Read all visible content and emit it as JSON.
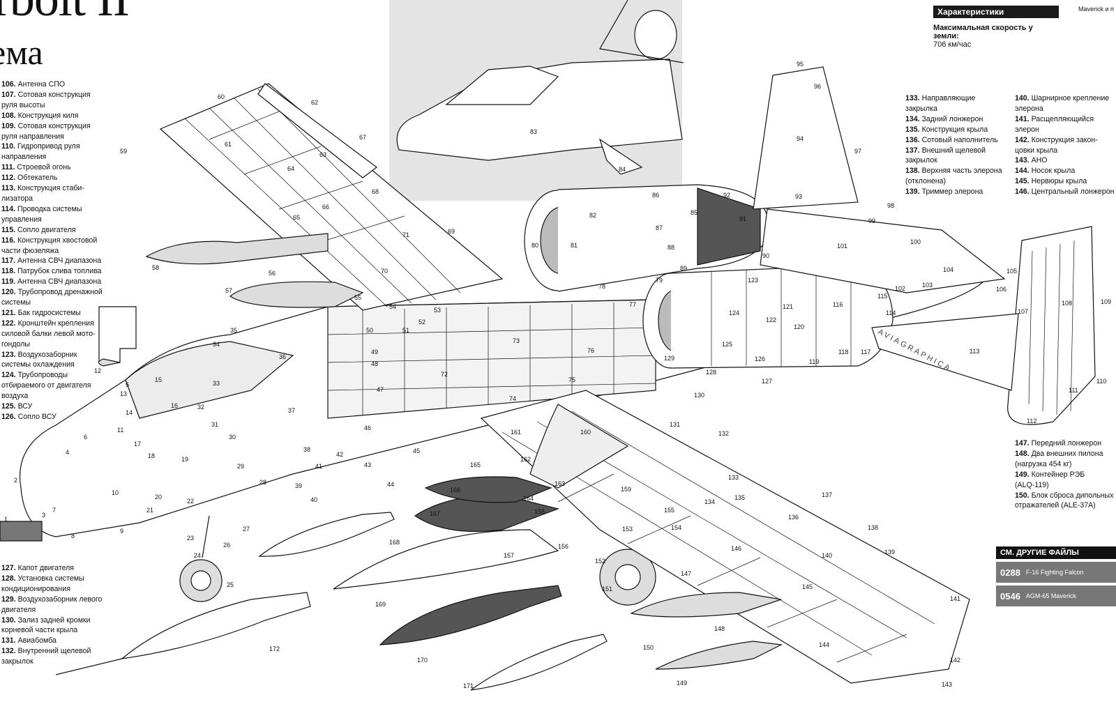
{
  "title": "erbolt II",
  "subtitle": "ема",
  "legend_left_top": [
    {
      "num": "106.",
      "text": "Антенна СПО"
    },
    {
      "num": "107.",
      "text": "Сотовая конструкция"
    },
    {
      "num": "",
      "text": "руля высоты"
    },
    {
      "num": "108.",
      "text": "Конструкция киля"
    },
    {
      "num": "109.",
      "text": "Сотовая конструкция"
    },
    {
      "num": "",
      "text": "руля направления"
    },
    {
      "num": "110.",
      "text": "Гидропривод руля"
    },
    {
      "num": "",
      "text": "направления"
    },
    {
      "num": "111.",
      "text": "Строевой огонь"
    },
    {
      "num": "112.",
      "text": "Обтекатель"
    },
    {
      "num": "113.",
      "text": "Конструкция стаби-"
    },
    {
      "num": "",
      "text": "лизатора"
    },
    {
      "num": "114.",
      "text": "Проводка системы"
    },
    {
      "num": "",
      "text": "управления"
    },
    {
      "num": "115.",
      "text": "Сопло двигателя"
    },
    {
      "num": "116.",
      "text": "Конструкция хвостовой"
    },
    {
      "num": "",
      "text": "части фюзеляжа"
    },
    {
      "num": "117.",
      "text": "Антенна СВЧ диапазона"
    },
    {
      "num": "118.",
      "text": "Патрубок слива топлива"
    },
    {
      "num": "119.",
      "text": "Антенна СВЧ диапазона"
    },
    {
      "num": "120.",
      "text": "Трубопровод дренажной"
    },
    {
      "num": "",
      "text": "системы"
    },
    {
      "num": "121.",
      "text": "Бак гидросистемы"
    },
    {
      "num": "122.",
      "text": "Кронштейн крепления"
    },
    {
      "num": "",
      "text": "силовой балки левой мото-"
    },
    {
      "num": "",
      "text": "гондолы"
    },
    {
      "num": "123.",
      "text": "Воздухозаборник"
    },
    {
      "num": "",
      "text": "системы охлаждения"
    },
    {
      "num": "124.",
      "text": "Трубопроводы"
    },
    {
      "num": "",
      "text": "отбираемого от двигателя"
    },
    {
      "num": "",
      "text": "воздуха"
    },
    {
      "num": "125.",
      "text": "ВСУ"
    },
    {
      "num": "126.",
      "text": "Сопло ВСУ"
    }
  ],
  "legend_left_bottom": [
    {
      "num": "127.",
      "text": "Капот двигателя"
    },
    {
      "num": "128.",
      "text": "Установка системы"
    },
    {
      "num": "",
      "text": "кондиционирования"
    },
    {
      "num": "129.",
      "text": "Воздухозаборник левого"
    },
    {
      "num": "",
      "text": "двигателя"
    },
    {
      "num": "130.",
      "text": "Зализ задней кромки"
    },
    {
      "num": "",
      "text": "корневой части крыла"
    },
    {
      "num": "131.",
      "text": "Авиабомба"
    },
    {
      "num": "132.",
      "text": "Внутренний щелевой"
    },
    {
      "num": "",
      "text": "закрылок"
    }
  ],
  "legend_right_a": [
    {
      "num": "133.",
      "text": "Направляющие"
    },
    {
      "num": "",
      "text": "закрылка"
    },
    {
      "num": "134.",
      "text": "Задний лонжерон"
    },
    {
      "num": "135.",
      "text": "Конструкция крыла"
    },
    {
      "num": "136.",
      "text": "Сотовый наполнитель"
    },
    {
      "num": "137.",
      "text": "Внешний щелевой"
    },
    {
      "num": "",
      "text": "закрылок"
    },
    {
      "num": "138.",
      "text": "Верхняя часть элерона"
    },
    {
      "num": "",
      "text": "(отклонена)"
    },
    {
      "num": "139.",
      "text": "Триммер элерона"
    }
  ],
  "legend_right_b": [
    {
      "num": "140.",
      "text": "Шарнирное крепление"
    },
    {
      "num": "",
      "text": "элерона"
    },
    {
      "num": "141.",
      "text": "Расщепляющийся"
    },
    {
      "num": "",
      "text": "элерон"
    },
    {
      "num": "142.",
      "text": "Конструкция закон-"
    },
    {
      "num": "",
      "text": "цовки крыла"
    },
    {
      "num": "143.",
      "text": "АНО"
    },
    {
      "num": "144.",
      "text": "Носок крыла"
    },
    {
      "num": "145.",
      "text": "Нервюры крыла"
    },
    {
      "num": "146.",
      "text": "Центральный лонжерон"
    }
  ],
  "legend_right_c": [
    {
      "num": "147.",
      "text": "Передний лонжерон"
    },
    {
      "num": "148.",
      "text": "Два внешних пилона"
    },
    {
      "num": "",
      "text": "(нагрузка 454 кг)"
    },
    {
      "num": "149.",
      "text": "Контейнер РЭБ"
    },
    {
      "num": "",
      "text": "(ALQ-119)"
    },
    {
      "num": "150.",
      "text": "Блок сброса дипольных"
    },
    {
      "num": "",
      "text": "отражателей (ALE-37A)"
    }
  ],
  "specs": {
    "header": "Характеристики",
    "label": "Максимальная скорость у земли:",
    "value": "706 км/час",
    "side_text": "Maverick и п"
  },
  "see_also": {
    "header": "СМ. ДРУГИЕ ФАЙЛЫ",
    "files": [
      {
        "num": "0288",
        "name": "F-16 Fighting Falcon"
      },
      {
        "num": "0546",
        "name": "AGM-65 Maverick"
      }
    ]
  },
  "watermark": "AVIAGRAPHICA",
  "callouts": [
    "1",
    "2",
    "3",
    "4",
    "5",
    "6",
    "7",
    "8",
    "9",
    "10",
    "11",
    "12",
    "13",
    "14",
    "15",
    "16",
    "17",
    "18",
    "19",
    "20",
    "21",
    "22",
    "23",
    "24",
    "25",
    "26",
    "27",
    "28",
    "29",
    "30",
    "31",
    "32",
    "33",
    "34",
    "35",
    "36",
    "37",
    "38",
    "39",
    "40",
    "41",
    "42",
    "43",
    "44",
    "45",
    "46",
    "47",
    "48",
    "49",
    "50",
    "51",
    "52",
    "53",
    "54",
    "55",
    "56",
    "57",
    "58",
    "59",
    "60",
    "61",
    "62",
    "63",
    "64",
    "65",
    "66",
    "67",
    "68",
    "69",
    "70",
    "71",
    "72",
    "73",
    "74",
    "75",
    "76",
    "77",
    "78",
    "79",
    "80",
    "81",
    "82",
    "83",
    "84",
    "85",
    "86",
    "87",
    "88",
    "89",
    "90",
    "91",
    "92",
    "93",
    "94",
    "95",
    "96",
    "97",
    "98",
    "99",
    "100",
    "101",
    "102",
    "103",
    "104",
    "105",
    "106",
    "107",
    "108",
    "109",
    "110",
    "111",
    "112",
    "113",
    "114",
    "115",
    "116",
    "117",
    "118",
    "119",
    "120",
    "121",
    "122",
    "123",
    "124",
    "125",
    "126",
    "127",
    "128",
    "129",
    "130",
    "131",
    "132",
    "133",
    "134",
    "135",
    "136",
    "137",
    "138",
    "139",
    "140",
    "141",
    "142",
    "143",
    "144",
    "145",
    "146",
    "147",
    "148",
    "149",
    "150",
    "151",
    "152",
    "153",
    "154",
    "155",
    "156",
    "157",
    "158",
    "159",
    "160",
    "161",
    "162",
    "163",
    "164",
    "165",
    "166",
    "167",
    "168",
    "169",
    "170",
    "171",
    "172"
  ]
}
